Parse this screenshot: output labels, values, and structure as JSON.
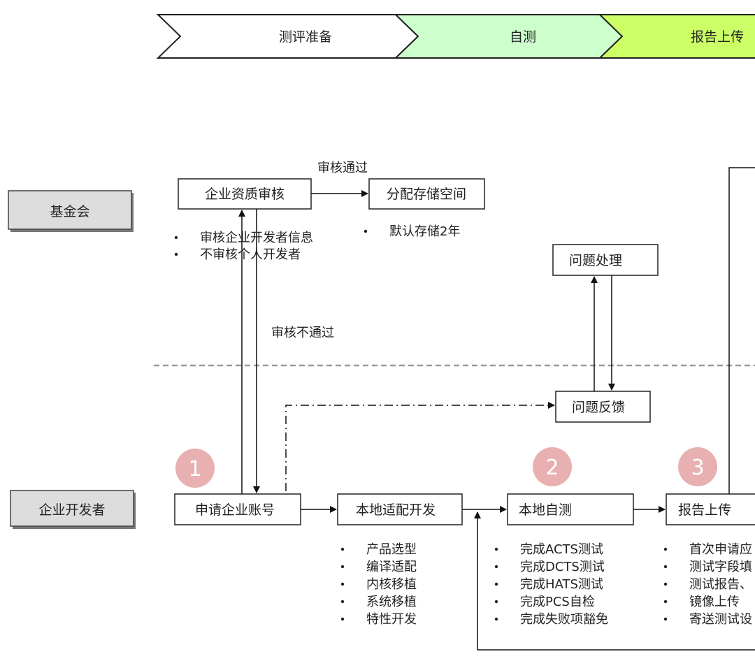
{
  "phases": [
    {
      "label": "测评准备",
      "color": "#ffffff"
    },
    {
      "label": "自测",
      "color": "#ccffcc"
    },
    {
      "label": "报告上传",
      "color": "#ccff66"
    }
  ],
  "lanes": {
    "top": "基金会",
    "bottom": "企业开发者"
  },
  "boxes": {
    "review": "企业资质审核",
    "storage": "分配存储空间",
    "issue_handle": "问题处理",
    "issue_feedback": "问题反馈",
    "apply": "申请企业账号",
    "adapt": "本地适配开发",
    "selftest": "本地自测",
    "upload": "报告上传"
  },
  "edge_labels": {
    "pass": "审核通过",
    "fail": "审核不通过"
  },
  "notes": {
    "review": [
      "审核企业开发者信息",
      "不审核个人开发者"
    ],
    "storage": [
      "默认存储2年"
    ],
    "adapt": [
      "产品选型",
      "编译适配",
      "内核移植",
      "系统移植",
      "特性开发"
    ],
    "selftest": [
      "完成ACTS测试",
      "完成DCTS测试",
      "完成HATS测试",
      "完成PCS自检",
      "完成失败项豁免"
    ],
    "upload": [
      "首次申请应",
      "测试字段填",
      "测试报告、",
      "镜像上传",
      "寄送测试设"
    ]
  },
  "steps": [
    "1",
    "2",
    "3"
  ],
  "colors": {
    "step_badge": "#e8b0b0",
    "lane_label_bg": "#dddddd",
    "divider": "#999999"
  }
}
